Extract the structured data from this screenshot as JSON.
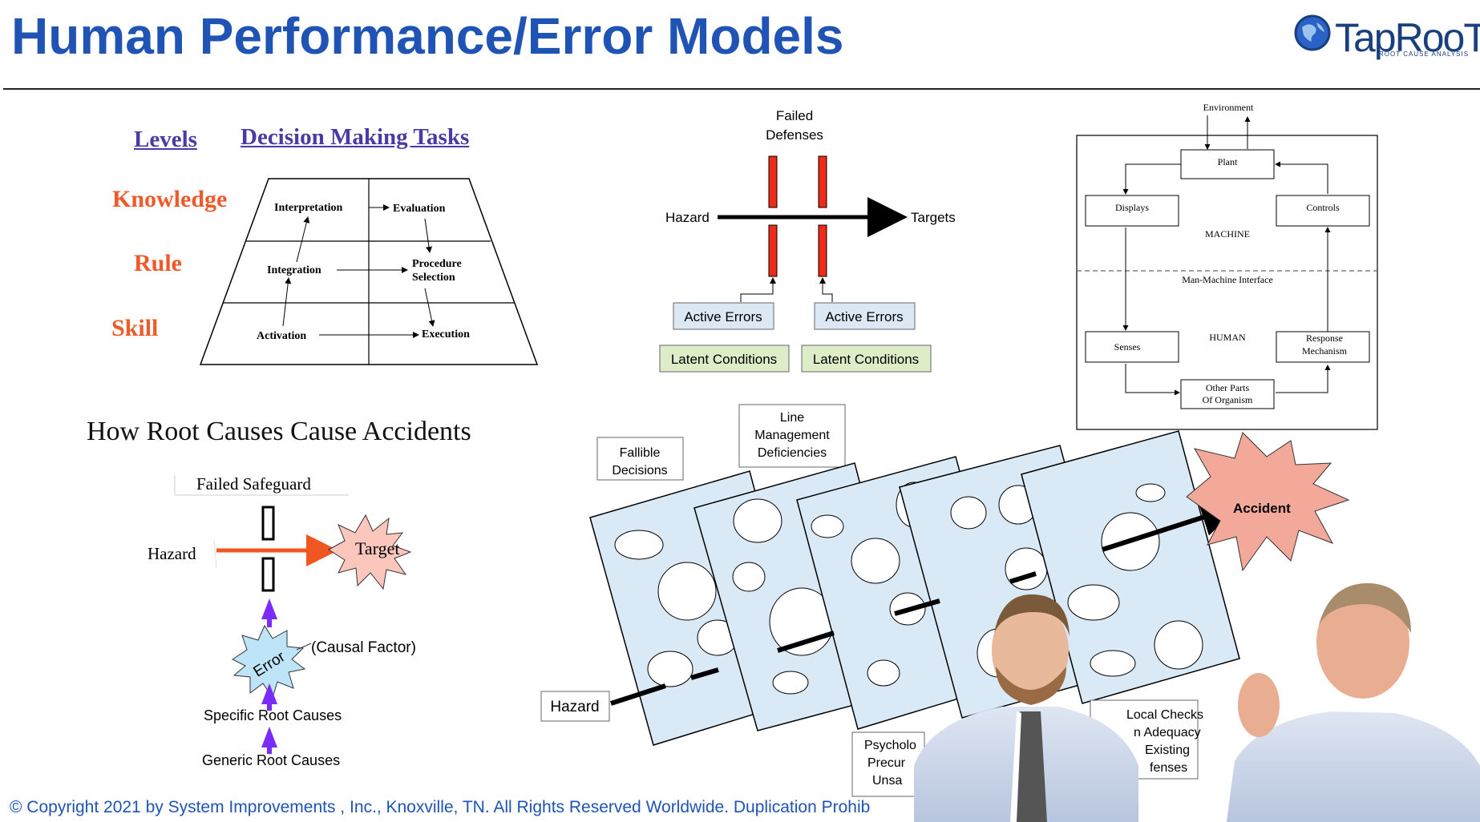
{
  "slide": {
    "title": "Human Performance/Error Models",
    "copyright": "© Copyright 2021 by System Improvements , Inc., Knoxville, TN.  All Rights Reserved Worldwide.  Duplication Prohib"
  },
  "logo": {
    "name": "TapRooT",
    "tagline": "ROOT CAUSE ANALYSIS",
    "icon": "globe-icon",
    "color": "#1a3f7e"
  },
  "colors": {
    "title": "#1f54b4",
    "level": "#ee5a2a",
    "header": "#4a3aa6",
    "defense": "#ee2a1a",
    "active_box": "#dce9f5",
    "latent_box": "#dcedc8",
    "slice": "#d9eaf6",
    "accident": "#f2a99a",
    "target": "#fbc6bc",
    "error_star": "#bde4f7",
    "arrow_up": "#7a2cff",
    "hazard_arrow": "#f0561f"
  },
  "srk": {
    "levels_header": "Levels",
    "tasks_header": "Decision Making Tasks",
    "levels": [
      "Knowledge",
      "Rule",
      "Skill"
    ],
    "tasks": {
      "interpretation": "Interpretation",
      "evaluation": "Evaluation",
      "integration": "Integration",
      "procedure_1": "Procedure",
      "procedure_2": "Selection",
      "activation": "Activation",
      "execution": "Execution"
    }
  },
  "defenses": {
    "failed_1": "Failed",
    "failed_2": "Defenses",
    "hazard": "Hazard",
    "targets": "Targets",
    "active_errors": [
      "Active Errors",
      "Active Errors"
    ],
    "latent_conditions": [
      "Latent Conditions",
      "Latent Conditions"
    ]
  },
  "mmi": {
    "environment": "Environment",
    "plant": "Plant",
    "displays": "Displays",
    "controls": "Controls",
    "machine": "MACHINE",
    "interface": "Man-Machine Interface",
    "senses": "Senses",
    "human": "HUMAN",
    "response_1": "Response",
    "response_2": "Mechanism",
    "other_1": "Other Parts",
    "other_2": "Of Organism"
  },
  "root_causes": {
    "title": "How Root Causes Cause Accidents",
    "failed_safeguard": "Failed Safeguard",
    "hazard": "Hazard",
    "target": "Target",
    "error": "Error",
    "causal_factor": "(Causal Factor)",
    "specific": "Specific Root Causes",
    "generic": "Generic Root Causes"
  },
  "swiss_cheese": {
    "fallible_1": "Fallible",
    "fallible_2": "Decisions",
    "line_1": "Line",
    "line_2": "Management",
    "line_3": "Deficiencies",
    "accident": "Accident",
    "hazard": "Hazard",
    "psych_1": "Psycholo",
    "psych_2": "Precur",
    "psych_3": "Unsa",
    "local_1": "Local Checks",
    "local_2": "n Adequacy",
    "local_3": "Existing",
    "local_4": "fenses"
  }
}
